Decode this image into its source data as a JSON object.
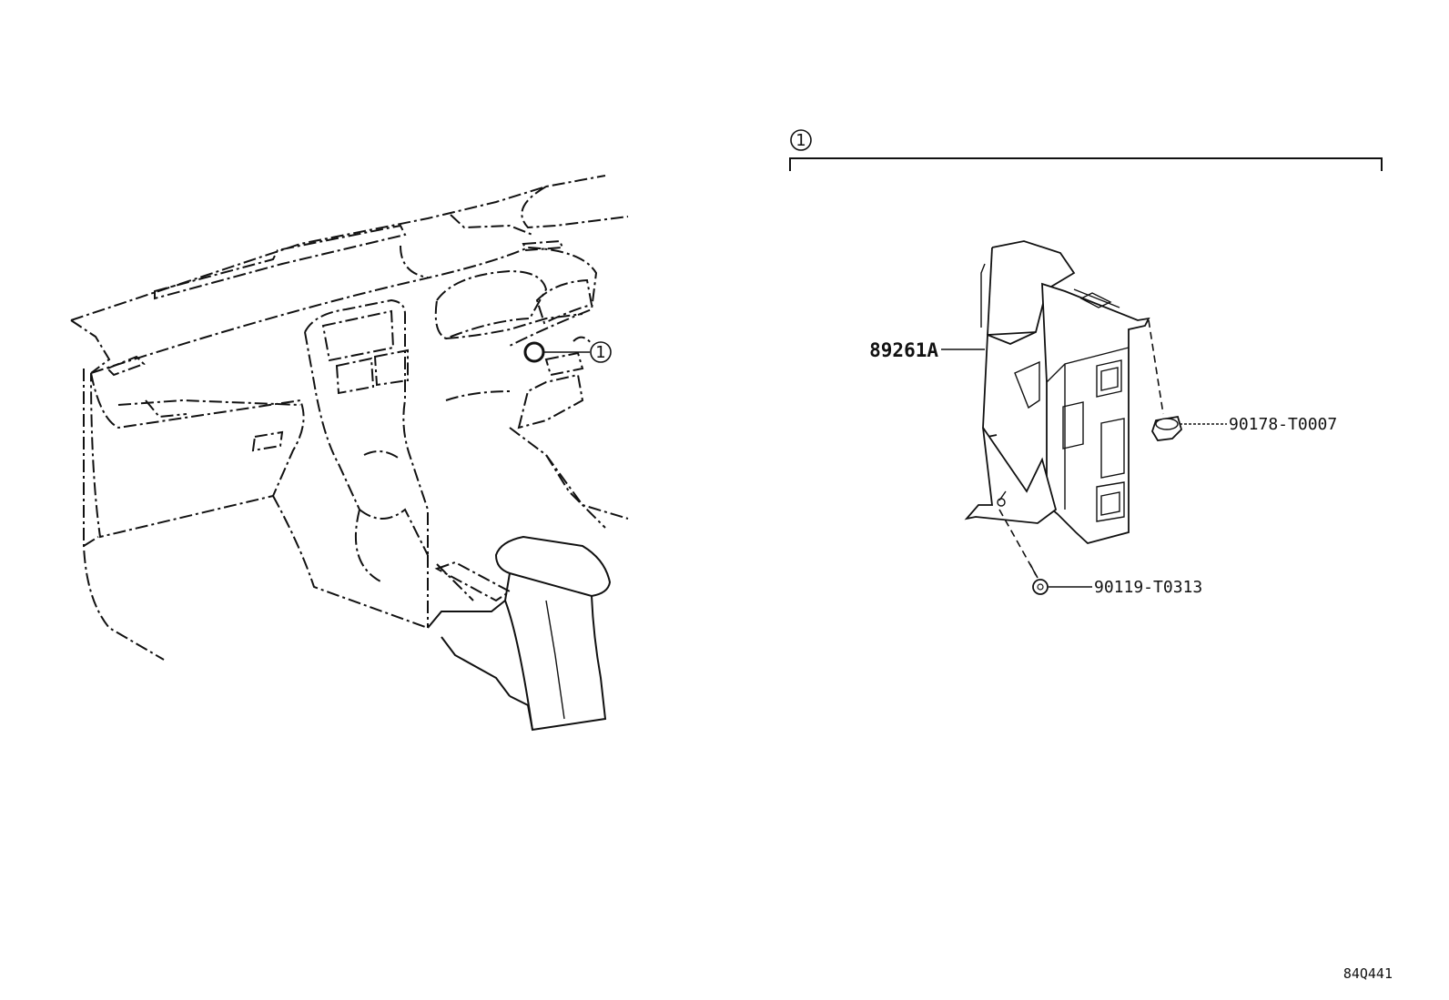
{
  "diagram": {
    "callout_number": "1",
    "parts": [
      {
        "part_number": "89261A"
      },
      {
        "part_number": "90178-T0007"
      },
      {
        "part_number": "90119-T0313"
      }
    ],
    "illustration_code": "84Q441"
  }
}
